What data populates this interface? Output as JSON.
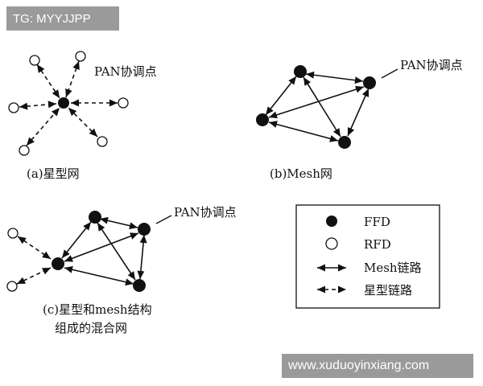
{
  "watermark_top": "TG: MYYJJPP",
  "watermark_bottom": "www.xuduoyinxiang.com",
  "coordinator_label": "PAN协调点",
  "captions": {
    "a": "(a)星型网",
    "b": "(b)Mesh网",
    "c_line1": "(c)星型和mesh结构",
    "c_line2": "组成的混合网"
  },
  "legend": {
    "ffd": "FFD",
    "rfd": "RFD",
    "mesh_link": "Mesh链路",
    "star_link": "星型链路"
  },
  "colors": {
    "node_fill": "#111111",
    "line": "#111111",
    "watermark_bg": "#9a9a9a"
  }
}
